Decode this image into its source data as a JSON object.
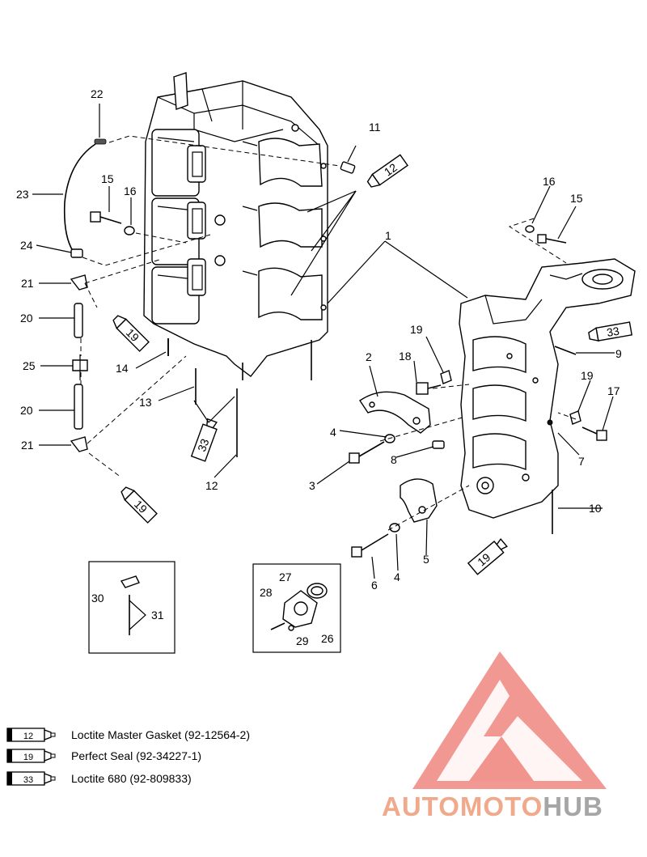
{
  "diagram": {
    "callouts": [
      "1",
      "2",
      "3",
      "4",
      "4",
      "5",
      "6",
      "7",
      "8",
      "9",
      "10",
      "11",
      "12",
      "12",
      "13",
      "14",
      "15",
      "15",
      "16",
      "16",
      "17",
      "18",
      "19",
      "19",
      "20",
      "20",
      "21",
      "21",
      "22",
      "23",
      "24",
      "25",
      "26",
      "27",
      "28",
      "29",
      "30",
      "31"
    ],
    "tube_labels": [
      "12",
      "19",
      "33",
      "19",
      "33",
      "19",
      "33"
    ]
  },
  "legend": [
    {
      "code": "12",
      "text": "Loctite Master Gasket (92-12564-2)"
    },
    {
      "code": "19",
      "text": "Perfect Seal (92-34227-1)"
    },
    {
      "code": "33",
      "text": "Loctite 680 (92-809833)"
    }
  ],
  "watermark": {
    "part1": "AUTOMOTO",
    "part2": "HUB"
  },
  "colors": {
    "watermark_red": "#e8433a",
    "watermark_text": "#f0a98a",
    "watermark_grey": "#a6a6a6"
  }
}
